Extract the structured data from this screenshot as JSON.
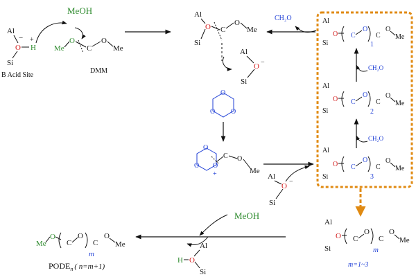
{
  "colors": {
    "black": "#111111",
    "red": "#d21a1a",
    "green": "#2e8b2e",
    "blue": "#1f3fd6",
    "orange": "#e08a12"
  },
  "atoms": {
    "al": "Al",
    "si": "Si",
    "o": "O",
    "h": "H",
    "c": "C",
    "me": "Me",
    "neg": "−",
    "pos": "+"
  },
  "labels": {
    "meoh_top": "MeOH",
    "meoh_bottom": "MeOH",
    "acid_site": "B Acid Site",
    "dmm": "DMM",
    "ch2o_top": "CH₂O",
    "ch2o_mid": "CH₂O",
    "ch2o_low": "CH₂O",
    "sub_1": "1",
    "sub_2": "2",
    "sub_3": "3",
    "sub_m": "m",
    "m_range": "m=1~3",
    "pode": "PODE",
    "pode_n": "n",
    "pode_eq": "( n=m+1)"
  }
}
